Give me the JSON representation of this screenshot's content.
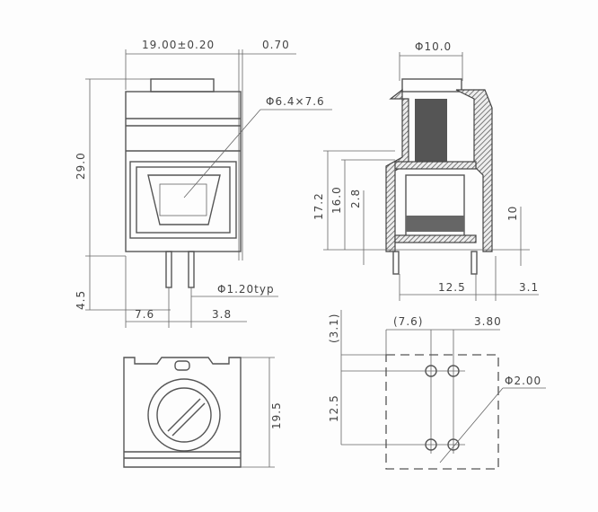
{
  "front_view": {
    "width_label": "19.00±0.20",
    "offset_label": "0.70",
    "screw_label": "Φ6.4×7.6",
    "height_label": "29.0",
    "pin_length_label": "4.5",
    "pin_offset_label": "7.6",
    "pin_pitch_label": "3.8",
    "pin_diameter_label": "Φ1.20typ"
  },
  "side_view": {
    "screw_head_label": "Φ10.0",
    "total_height_label": "17.2",
    "body_height_label": "16.0",
    "clamp_height_label": "2.8",
    "standoff_label": "10",
    "pin_span_label": "12.5",
    "edge_label": "3.1"
  },
  "bottom_view": {
    "depth_label": "19.5"
  },
  "pcb_layout": {
    "top_offset_label": "(3.1)",
    "left_offset_label": "(7.6)",
    "pitch_label": "3.80",
    "row_spacing_label": "12.5",
    "hole_diameter_label": "Φ2.00"
  }
}
